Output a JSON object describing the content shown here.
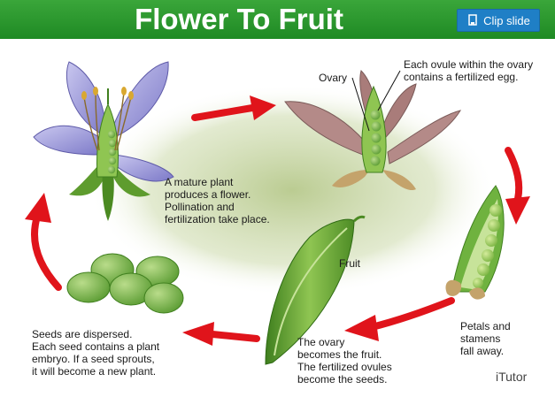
{
  "header": {
    "title": "Flower To Fruit",
    "clip_label": "Clip slide"
  },
  "diagram": {
    "label_ovary": "Ovary",
    "label_ovule_line1": "Each ovule within the ovary",
    "label_ovule_line2": "contains a fertilized egg.",
    "mature_line1": "A mature plant",
    "mature_line2": "produces a flower.",
    "mature_line3": "Pollination and",
    "mature_line4": "fertilization take place.",
    "label_fruit": "Fruit",
    "petals_line1": "Petals and",
    "petals_line2": "stamens",
    "petals_line3": "fall away.",
    "ovary_line1": "The ovary",
    "ovary_line2": "becomes the fruit.",
    "ovary_line3": "The fertilized ovules",
    "ovary_line4": "become the seeds.",
    "seeds_line1": "Seeds are dispersed.",
    "seeds_line2": "Each seed contains a plant",
    "seeds_line3": "embryo. If a seed sprouts,",
    "seeds_line4": "it will become a new plant."
  },
  "brand": {
    "name": "iTutor"
  },
  "colors": {
    "title_bar": "#2a9a2e",
    "clip_button": "#1f7fc6",
    "arrow": "#e0141b",
    "petal": "#9a97d6",
    "pea_green": "#6fb23f"
  }
}
